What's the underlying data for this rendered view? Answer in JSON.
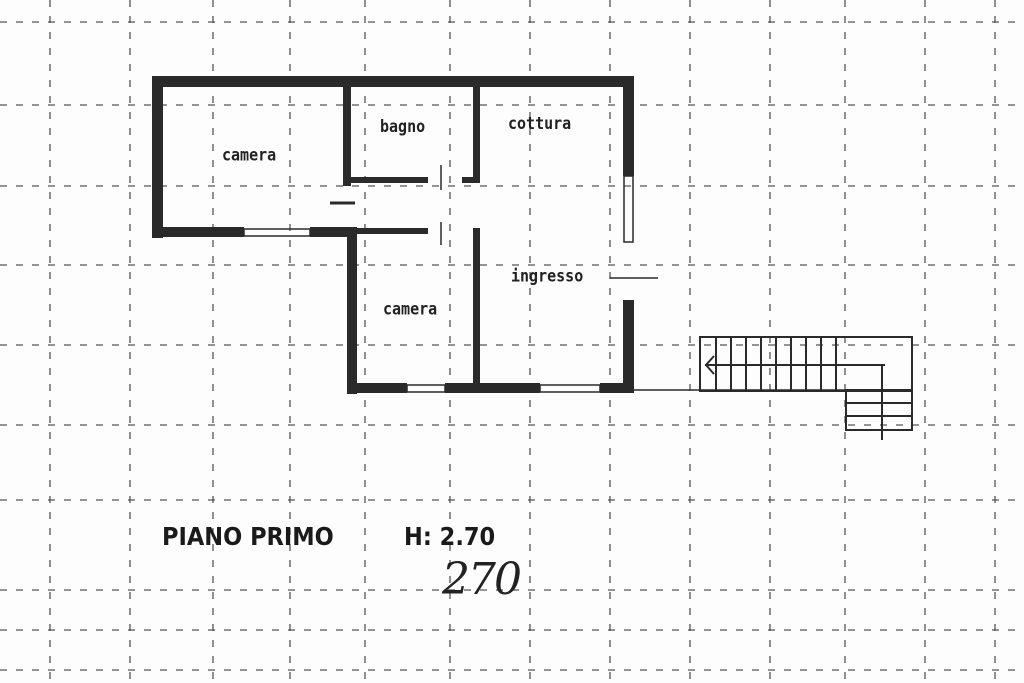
{
  "rooms": {
    "camera_1": "camera",
    "bagno": "bagno",
    "cottura": "cottura",
    "camera_2": "camera",
    "ingresso": "ingresso"
  },
  "floor_title": "PIANO PRIMO",
  "height_label": "H: 2.70",
  "handwritten_height": "270",
  "colors": {
    "wall": "#2a2a2a",
    "grid": "#555555",
    "background": "#fdfdfd"
  }
}
